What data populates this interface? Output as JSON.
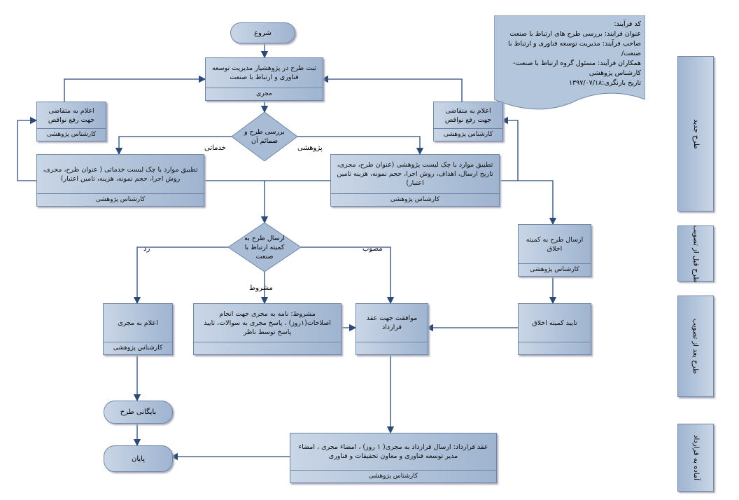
{
  "info": {
    "lines": [
      "کد فرآیند:",
      "عنوان فرایند: بررسی طرح های ارتباط با صنعت",
      "صاحب فرآیند: مدیریت توسعه فناوری و ارتباط با صنعت/",
      "همکاران فرآیند: مسئول گروه ارتباط با صنعت- کارشناس پژوهشی",
      "تاریخ بازنگری:۱۳۹۷/۰۷/۱۸"
    ]
  },
  "lanes": [
    "طرح جدید",
    "طرح قبل از تصویب",
    "طرح بعد از تصویب",
    "آماده به قرارداد"
  ],
  "start": "شروع",
  "register": {
    "text": "ثبت طرح در پژوهشیار مدیریت توسعه فناوری و ارتباط با صنعت",
    "role": "مجری"
  },
  "review": "بررسی طرح و ضمائم آن",
  "branch_service": "خدماتی",
  "branch_research": "پژوهشی",
  "notify_left": {
    "text": "اعلام به متقاضی جهت رفع نواقص",
    "role": "کارشناس پژوهشی"
  },
  "notify_right": {
    "text": "اعلام به متقاضی جهت رفع نواقص",
    "role": "کارشناس پژوهشی"
  },
  "check_service": {
    "text": "تطبیق موارد با چک لیست خدماتی ( عنوان طرح، مجری، روش اجرا، حجم نمونه، هزینه، تامین اعتبار)",
    "role": "کارشناس پژوهشی"
  },
  "check_research": {
    "text": "تطبیق موارد با چک لیست پژوهشی (عنوان طرح، مجری، تاریخ ارسال، اهداف، روش اجرا، حجم نمونه، هزینه تامین اعتبار)",
    "role": "کارشناس پژوهشی"
  },
  "committee": "ارسال طرح به کمیته ارتباط با صنعت",
  "rejected": "رد",
  "approved": "مصوب",
  "conditional": "مشروط",
  "ethics_send": {
    "text": "ارسال طرح به کمیته اخلاق",
    "role": "کارشناس پژوهشی"
  },
  "ethics_ok": {
    "text": "تایید کمیته اخلاق"
  },
  "notify_exec": {
    "text": "اعلام به مجری",
    "role": "کارشناس پژوهشی"
  },
  "cond_box": {
    "text": "مشروط: نامه به مجری جهت انجام اصلاحات(۱روز) ، پاسخ مجری به سوالات، تایید پاسخ توسط ناظر"
  },
  "agree": {
    "text": "موافقت جهت عقد قرارداد"
  },
  "archive": "بایگانی طرح",
  "end": "پایان",
  "contract": {
    "text": "عقد قرارداد: ارسال قرارداد به مجری( ۱ روز) ، امضاء مجری ، امضاء مدیر توسعه فناوری و معاون تحقیقات و فناوری",
    "role": "کارشناس پژوهشی"
  }
}
